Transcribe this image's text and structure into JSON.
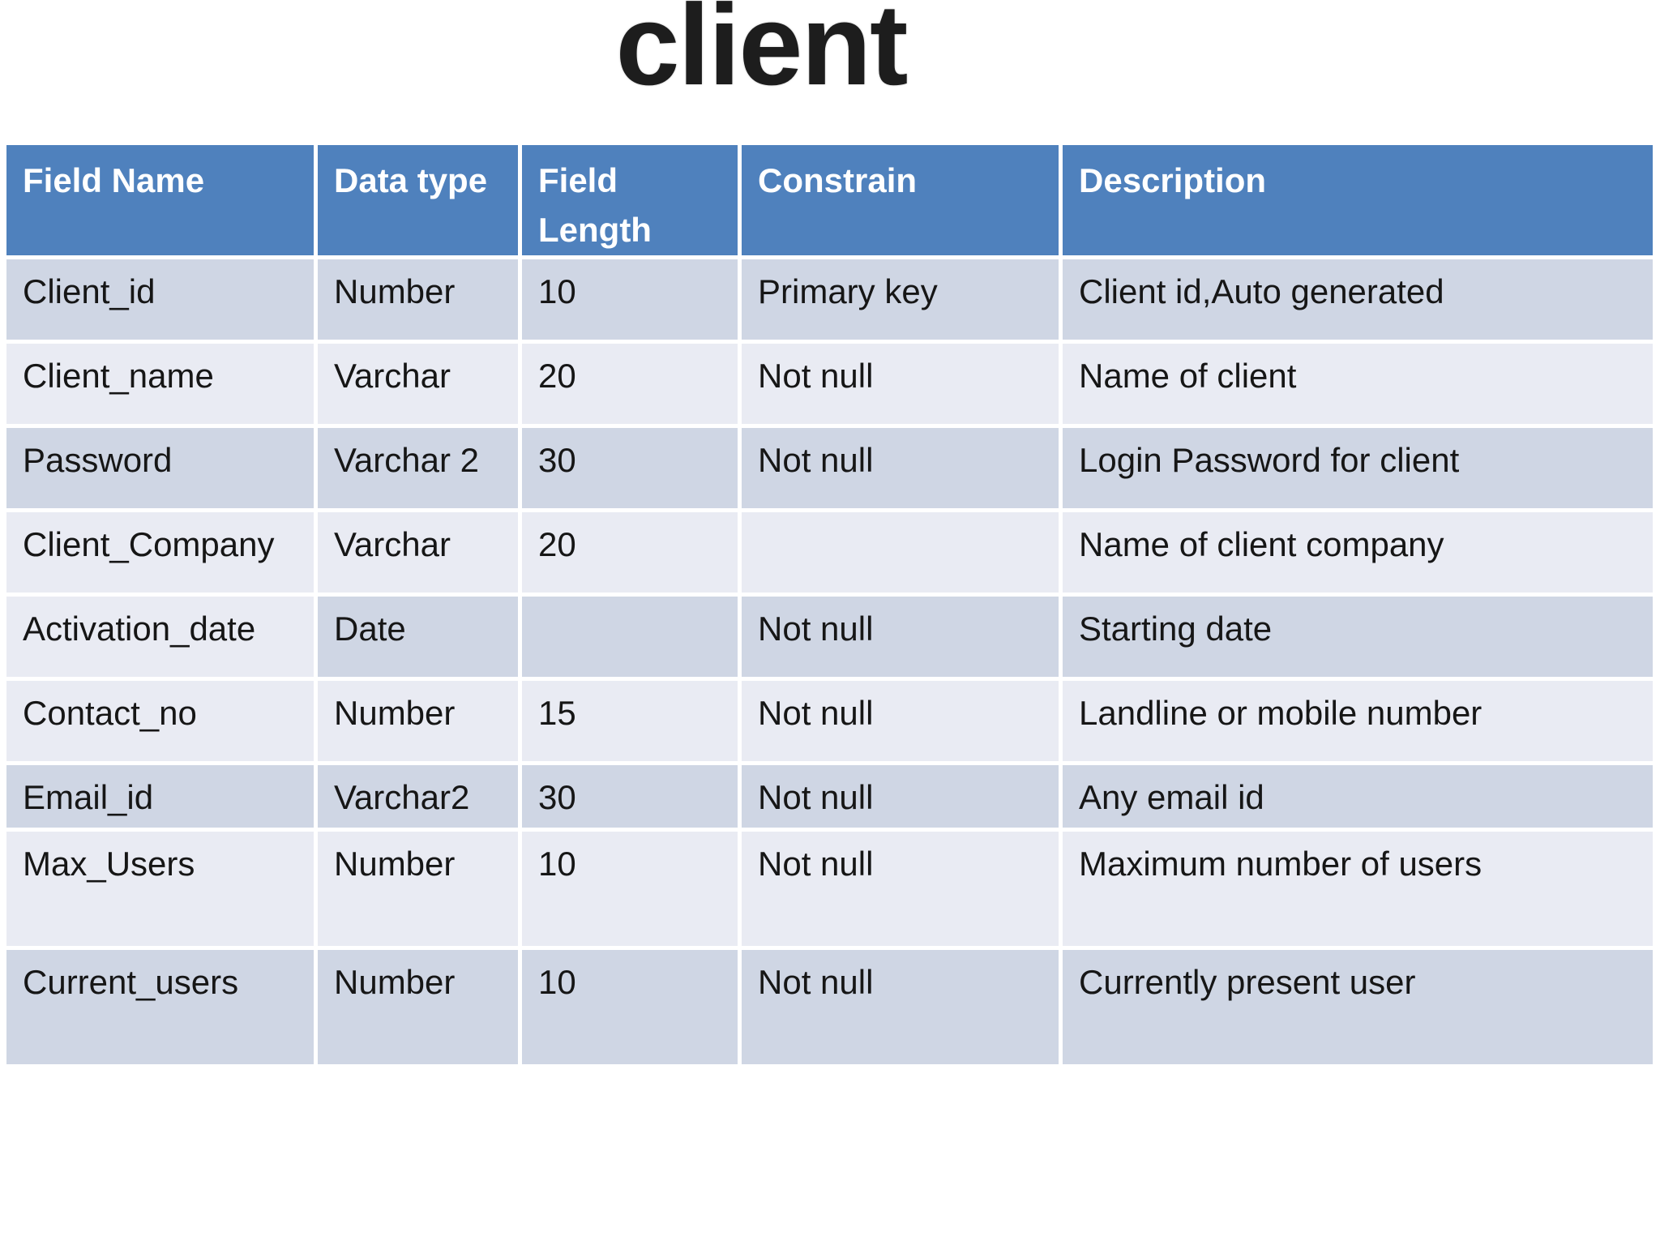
{
  "slide": {
    "title": "client"
  },
  "table": {
    "headers": [
      "Field Name",
      "Data type",
      "Field Length",
      "Constrain",
      "Description"
    ],
    "rows": [
      [
        "Client_id",
        "Number",
        "10",
        "Primary key",
        "Client id,Auto generated"
      ],
      [
        "Client_name",
        "Varchar",
        "20",
        "Not null",
        "Name of client"
      ],
      [
        "Password",
        "Varchar 2",
        "30",
        "Not null",
        "Login Password for client"
      ],
      [
        "Client_Company",
        "Varchar",
        "20",
        "",
        "Name of client company"
      ],
      [
        "Activation_date",
        "Date",
        "",
        "Not null",
        "Starting date"
      ],
      [
        "Contact_no",
        "Number",
        "15",
        "Not null",
        "Landline or mobile number"
      ],
      [
        "Email_id",
        "Varchar2",
        "30",
        "Not null",
        "Any email id"
      ],
      [
        "Max_Users",
        "Number",
        "10",
        "Not null",
        "Maximum number of users"
      ],
      [
        "Current_users",
        "Number",
        "10",
        "Not null",
        "Currently present user"
      ]
    ]
  },
  "colors": {
    "page_bg": "#ffffff",
    "header_bg": "#4f81bd",
    "header_text": "#ffffff",
    "band_dark": "#cfd6e4",
    "band_light": "#e9ebf3",
    "body_text": "#161616",
    "title_text": "#1d1d1d",
    "grid_gap": "#ffffff"
  }
}
